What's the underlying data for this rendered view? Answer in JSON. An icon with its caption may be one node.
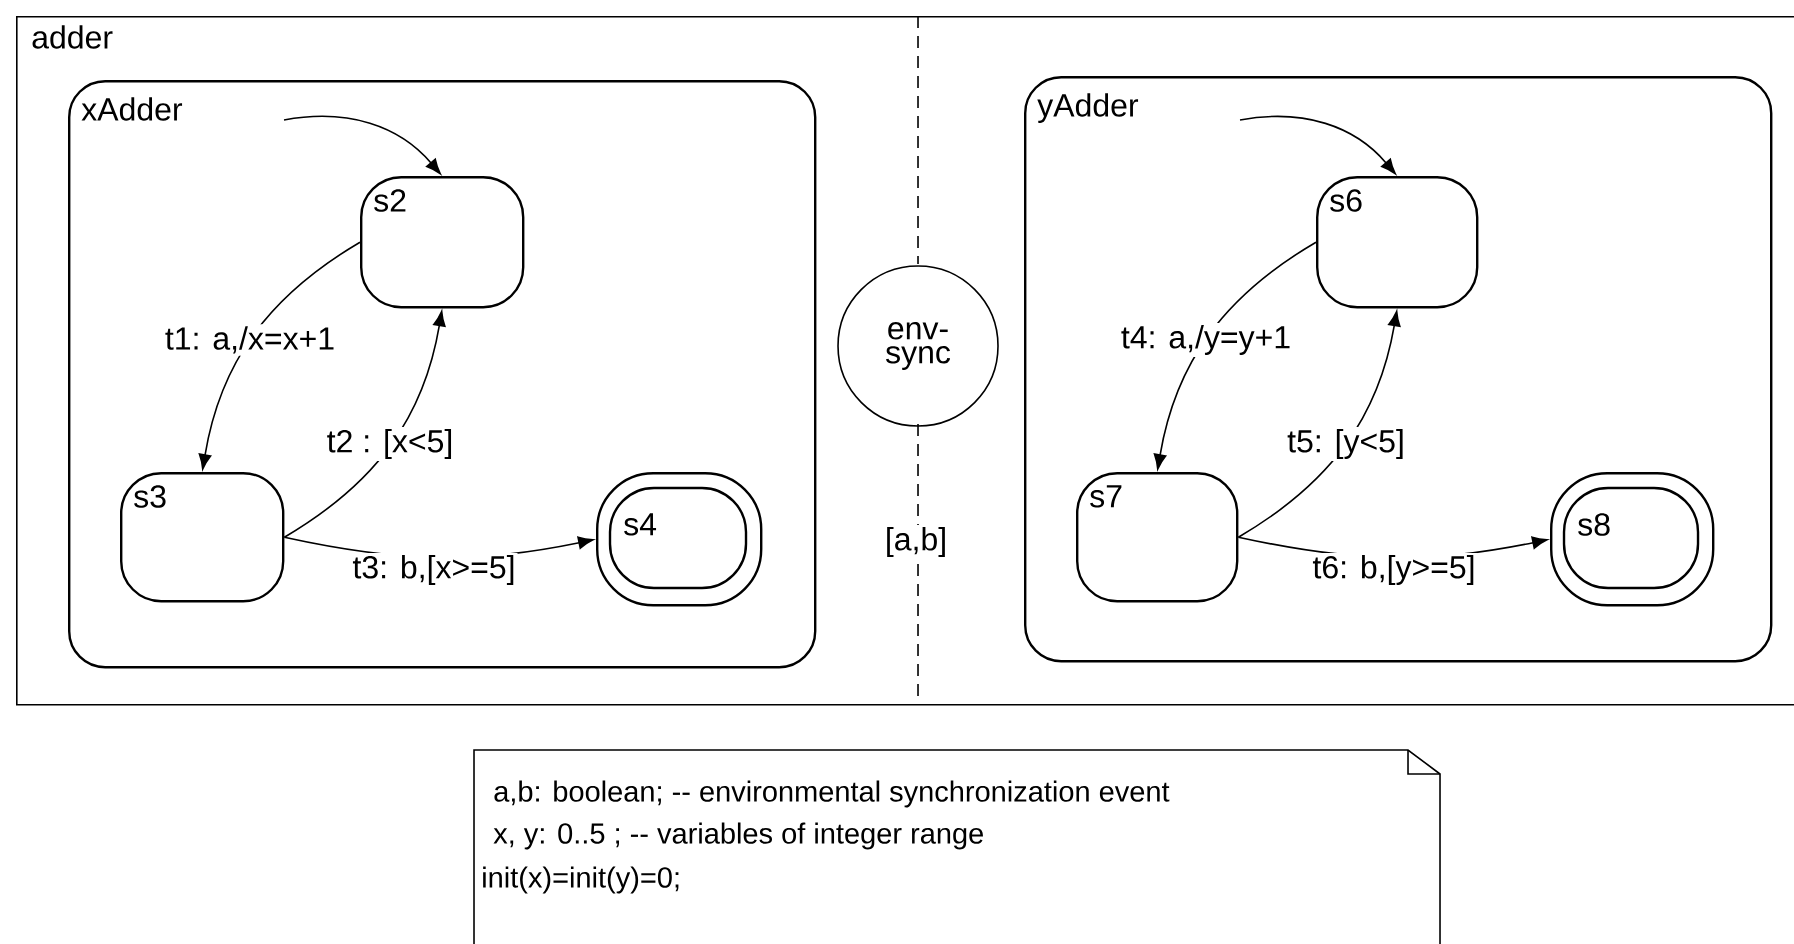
{
  "diagram": {
    "nodes": [
      {
        "text": [
          "adder"
        ]
      },
      {
        "text": [
          "xAdder"
        ],
        "in": 0
      },
      {
        "text": [
          "s2"
        ],
        "in": 1
      },
      {
        "text": [
          "s3"
        ],
        "in": 1
      },
      {
        "text": [
          "s4"
        ],
        "in": 1
      },
      {
        "text": [
          "env-sync"
        ],
        "in": 0,
        "beside": [
          "[a,b]"
        ]
      },
      {
        "text": [
          "yAdder"
        ],
        "in": 0
      },
      {
        "text": [
          "s6"
        ],
        "in": 6
      },
      {
        "text": [
          "s7"
        ],
        "in": 6
      },
      {
        "text": [
          "s8"
        ],
        "in": 6
      },
      {
        "text": [
          "a,b: boolean; -- environmental synchronization event",
          "x, y: 0..5 ; -- variables of integer range",
          "init(x)=init(y)=0;"
        ]
      }
    ],
    "edges": [
      {
        "from": null,
        "to": 2,
        "arrow": "to"
      },
      {
        "from": 2,
        "to": 3,
        "arrow": "to",
        "label": "t1: a,/x=x+1"
      },
      {
        "from": 3,
        "to": 2,
        "arrow": "to",
        "label": "t2 : [x<5]"
      },
      {
        "from": 3,
        "to": 4,
        "arrow": "to",
        "label": "t3: b,[x>=5]"
      },
      {
        "from": null,
        "to": 7,
        "arrow": "to"
      },
      {
        "from": 7,
        "to": 8,
        "arrow": "to",
        "label": "t4: a,/y=y+1"
      },
      {
        "from": 8,
        "to": 7,
        "arrow": "to",
        "label": "t5: [y<5]"
      },
      {
        "from": 8,
        "to": 9,
        "arrow": "to",
        "label": "t6: b,[y>=5]"
      }
    ]
  }
}
